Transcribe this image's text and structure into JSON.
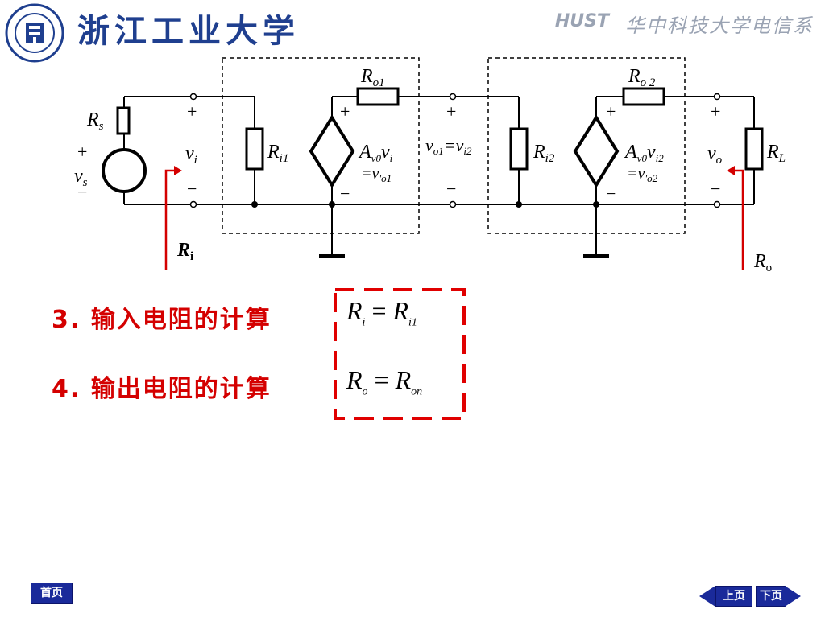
{
  "header": {
    "university_title": "浙江工业大学",
    "department_title": "华中科技大学电信系",
    "department_mark": "HUST"
  },
  "circuit": {
    "labels": {
      "rs": "R",
      "rs_sub": "s",
      "vs": "v",
      "vs_sub": "s",
      "vi": "v",
      "vi_sub": "i",
      "ri1": "R",
      "ri1_sub": "i1",
      "ro1": "R",
      "ro1_sub": "o1",
      "av1": "A",
      "av1_sub": "v0",
      "av1_v": "v",
      "av1_vsub": "i",
      "eq1": "=v",
      "eq1_sub": "'o1",
      "vo1": "v",
      "vo1_sub": "o1",
      "vo1_eq": "=v",
      "vo1_eq_sub": "i2",
      "ri2": "R",
      "ri2_sub": "i2",
      "ro2": "R",
      "ro2_sub": "o 2",
      "av2": "A",
      "av2_sub": "v0",
      "av2_v": "v",
      "av2_vsub": "i2",
      "eq2": "=v",
      "eq2_sub": "'o2",
      "vo": "v",
      "vo_sub": "o",
      "rl": "R",
      "rl_sub": "L",
      "ri_arrow": "R",
      "ri_arrow_sub": "i",
      "ro_arrow": "R",
      "ro_arrow_sub": "o",
      "plus": "+",
      "minus": "−"
    }
  },
  "content": {
    "line3": "3. 输入电阻的计算",
    "line4": "4. 输出电阻的计算",
    "formula1_lhs": "R",
    "formula1_lhs_sub": "i",
    "formula1_eq": " = ",
    "formula1_rhs": "R",
    "formula1_rhs_sub": "i1",
    "formula2_lhs": "R",
    "formula2_lhs_sub": "o",
    "formula2_eq": " = ",
    "formula2_rhs": "R",
    "formula2_rhs_sub": "on"
  },
  "nav": {
    "home": "首页",
    "prev": "上页",
    "next": "下页"
  },
  "colors": {
    "accent_red": "#d40000",
    "nav_blue": "#1a2a9a",
    "title_blue": "#1f3f8f"
  }
}
